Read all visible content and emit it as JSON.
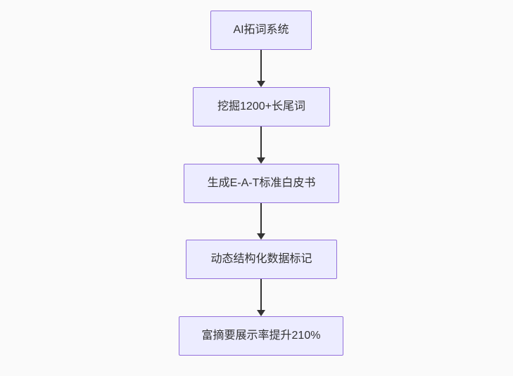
{
  "diagram": {
    "type": "flowchart",
    "direction": "top-down",
    "colors": {
      "node_fill": "#ECECFF",
      "node_border": "#9370DB",
      "arrow": "#333333",
      "text": "#333333",
      "background": "#fafafa"
    },
    "nodes": [
      {
        "label": "AI拓词系统"
      },
      {
        "label": "挖掘1200+长尾词"
      },
      {
        "label": "生成E-A-T标准白皮书"
      },
      {
        "label": "动态结构化数据标记"
      },
      {
        "label": "富摘要展示率提升210%"
      }
    ],
    "edges": [
      {
        "from": 0,
        "to": 1
      },
      {
        "from": 1,
        "to": 2
      },
      {
        "from": 2,
        "to": 3
      },
      {
        "from": 3,
        "to": 4
      }
    ]
  }
}
